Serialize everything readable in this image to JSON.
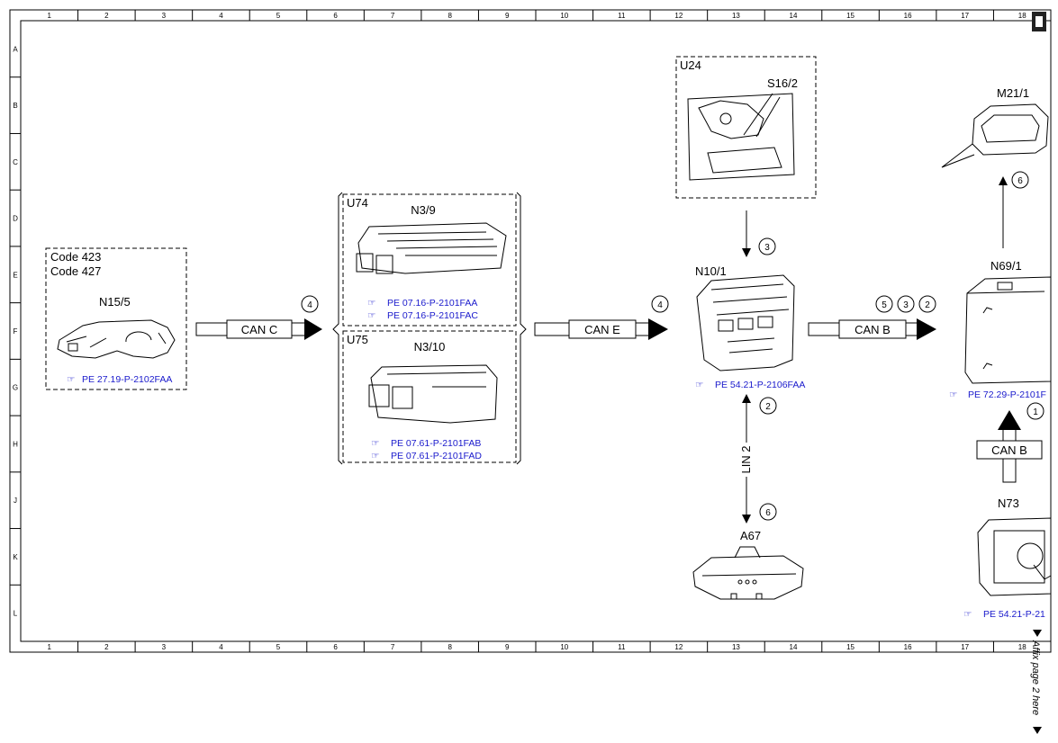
{
  "grid": {
    "columns": [
      "1",
      "2",
      "3",
      "4",
      "5",
      "6",
      "7",
      "8",
      "9",
      "10",
      "11",
      "12",
      "13",
      "14",
      "15",
      "16",
      "17",
      "18"
    ],
    "rows": [
      "A",
      "B",
      "C",
      "D",
      "E",
      "F",
      "G",
      "H",
      "J",
      "K",
      "L"
    ]
  },
  "components": {
    "u24": {
      "group": "U24",
      "switch": "S16/2"
    },
    "n15_5": {
      "code1": "Code 423",
      "code2": "Code 427",
      "name": "N15/5",
      "ref": "PE 27.19-P-2102FAA"
    },
    "u74": {
      "group": "U74",
      "name": "N3/9",
      "ref1": "PE 07.16-P-2101FAA",
      "ref2": "PE 07.16-P-2101FAC"
    },
    "u75": {
      "group": "U75",
      "name": "N3/10",
      "ref1": "PE 07.61-P-2101FAB",
      "ref2": "PE 07.61-P-2101FAD"
    },
    "n10_1": {
      "name": "N10/1",
      "ref": "PE 54.21-P-2106FAA"
    },
    "a67": {
      "name": "A67"
    },
    "m21_1": {
      "name": "M21/1"
    },
    "n69_1": {
      "name": "N69/1",
      "ref": "PE 72.29-P-2101F"
    },
    "n73": {
      "name": "N73",
      "ref": "PE 54.21-P-21"
    }
  },
  "buses": {
    "can_c": "CAN C",
    "can_e": "CAN E",
    "can_b1": "CAN B",
    "can_b2": "CAN B",
    "lin2": "LIN 2"
  },
  "markers": {
    "m_canc": "4",
    "m_cane": "4",
    "m_canb_a": "5",
    "m_canb_b": "3",
    "m_canb_c": "2",
    "m_u24": "3",
    "m_lin_top": "2",
    "m_lin_bottom": "6",
    "m_mirror": "6",
    "m_n73": "1"
  },
  "affix_note": "Affix page 2 here"
}
